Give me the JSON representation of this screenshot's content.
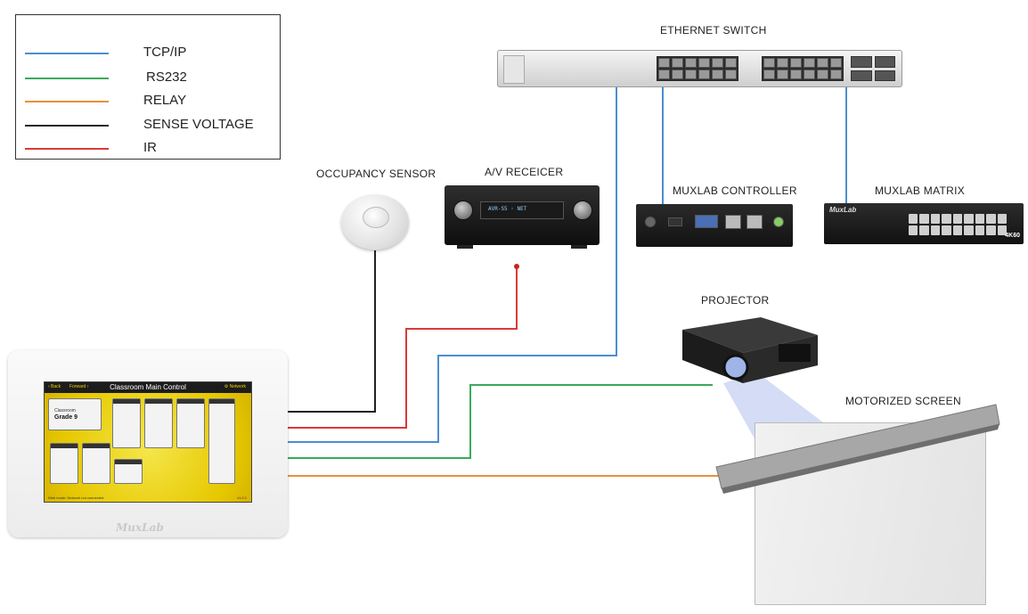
{
  "legend": {
    "items": [
      {
        "label": "TCP/IP",
        "color": "#4a8fcf"
      },
      {
        "label": "RS232",
        "color": "#3aaa5a"
      },
      {
        "label": "RELAY",
        "color": "#e8913a"
      },
      {
        "label": "SENSE VOLTAGE",
        "color": "#222222"
      },
      {
        "label": "IR",
        "color": "#d93a3a"
      }
    ]
  },
  "devices": {
    "switch": "ETHERNET SWITCH",
    "sensor": "OCCUPANCY SENSOR",
    "receiver": "A/V RECEICER",
    "controller": "MUXLAB CONTROLLER",
    "matrix": "MUXLAB MATRIX",
    "projector": "PROJECTOR",
    "screen": "MOTORIZED SCREEN"
  },
  "touch_panel": {
    "title": "Classroom Main Control",
    "back": "‹ Back",
    "forward": "Forward ›",
    "network": "⚙ Network",
    "room_label": "Classroom",
    "room_name": "Grade 9",
    "status": "Web mode: Network not connected",
    "version": "v1.0.1",
    "logo": "MuxLab"
  },
  "matrix_face": {
    "logo": "MuxLab",
    "badge": "4K60"
  },
  "receiver_face": {
    "display": "AVR-S5 ◦ NET"
  }
}
